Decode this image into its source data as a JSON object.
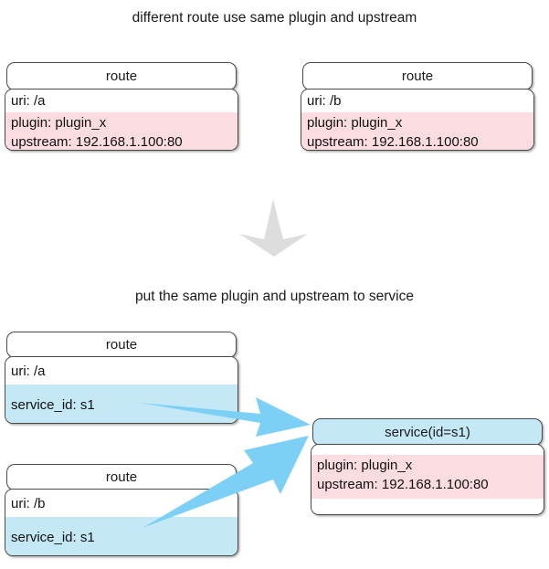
{
  "diagram": {
    "captions": {
      "top": "different route use same plugin and upstream",
      "middle": "put the same plugin and upstream to service"
    },
    "colors": {
      "plugin_band": "#fbdce1",
      "service_band": "#c5e8f7",
      "arrow_blue": "#7dd0f5",
      "arrow_gray": "#dddddd",
      "border": "#4a4a4a",
      "background": "#ffffff"
    },
    "top_section": {
      "routes": [
        {
          "header": "route",
          "uri": "uri: /a",
          "plugin": "plugin: plugin_x",
          "upstream": "upstream: 192.168.1.100:80"
        },
        {
          "header": "route",
          "uri": "uri: /b",
          "plugin": "plugin: plugin_x",
          "upstream": "upstream: 192.168.1.100:80"
        }
      ]
    },
    "transform_arrow": "down-arrow-icon",
    "bottom_section": {
      "routes": [
        {
          "header": "route",
          "uri": "uri: /a",
          "service_id": "service_id: s1"
        },
        {
          "header": "route",
          "uri": "uri: /b",
          "service_id": "service_id: s1"
        }
      ],
      "service": {
        "header": "service(id=s1)",
        "plugin": "plugin: plugin_x",
        "upstream": "upstream: 192.168.1.100:80"
      }
    }
  }
}
